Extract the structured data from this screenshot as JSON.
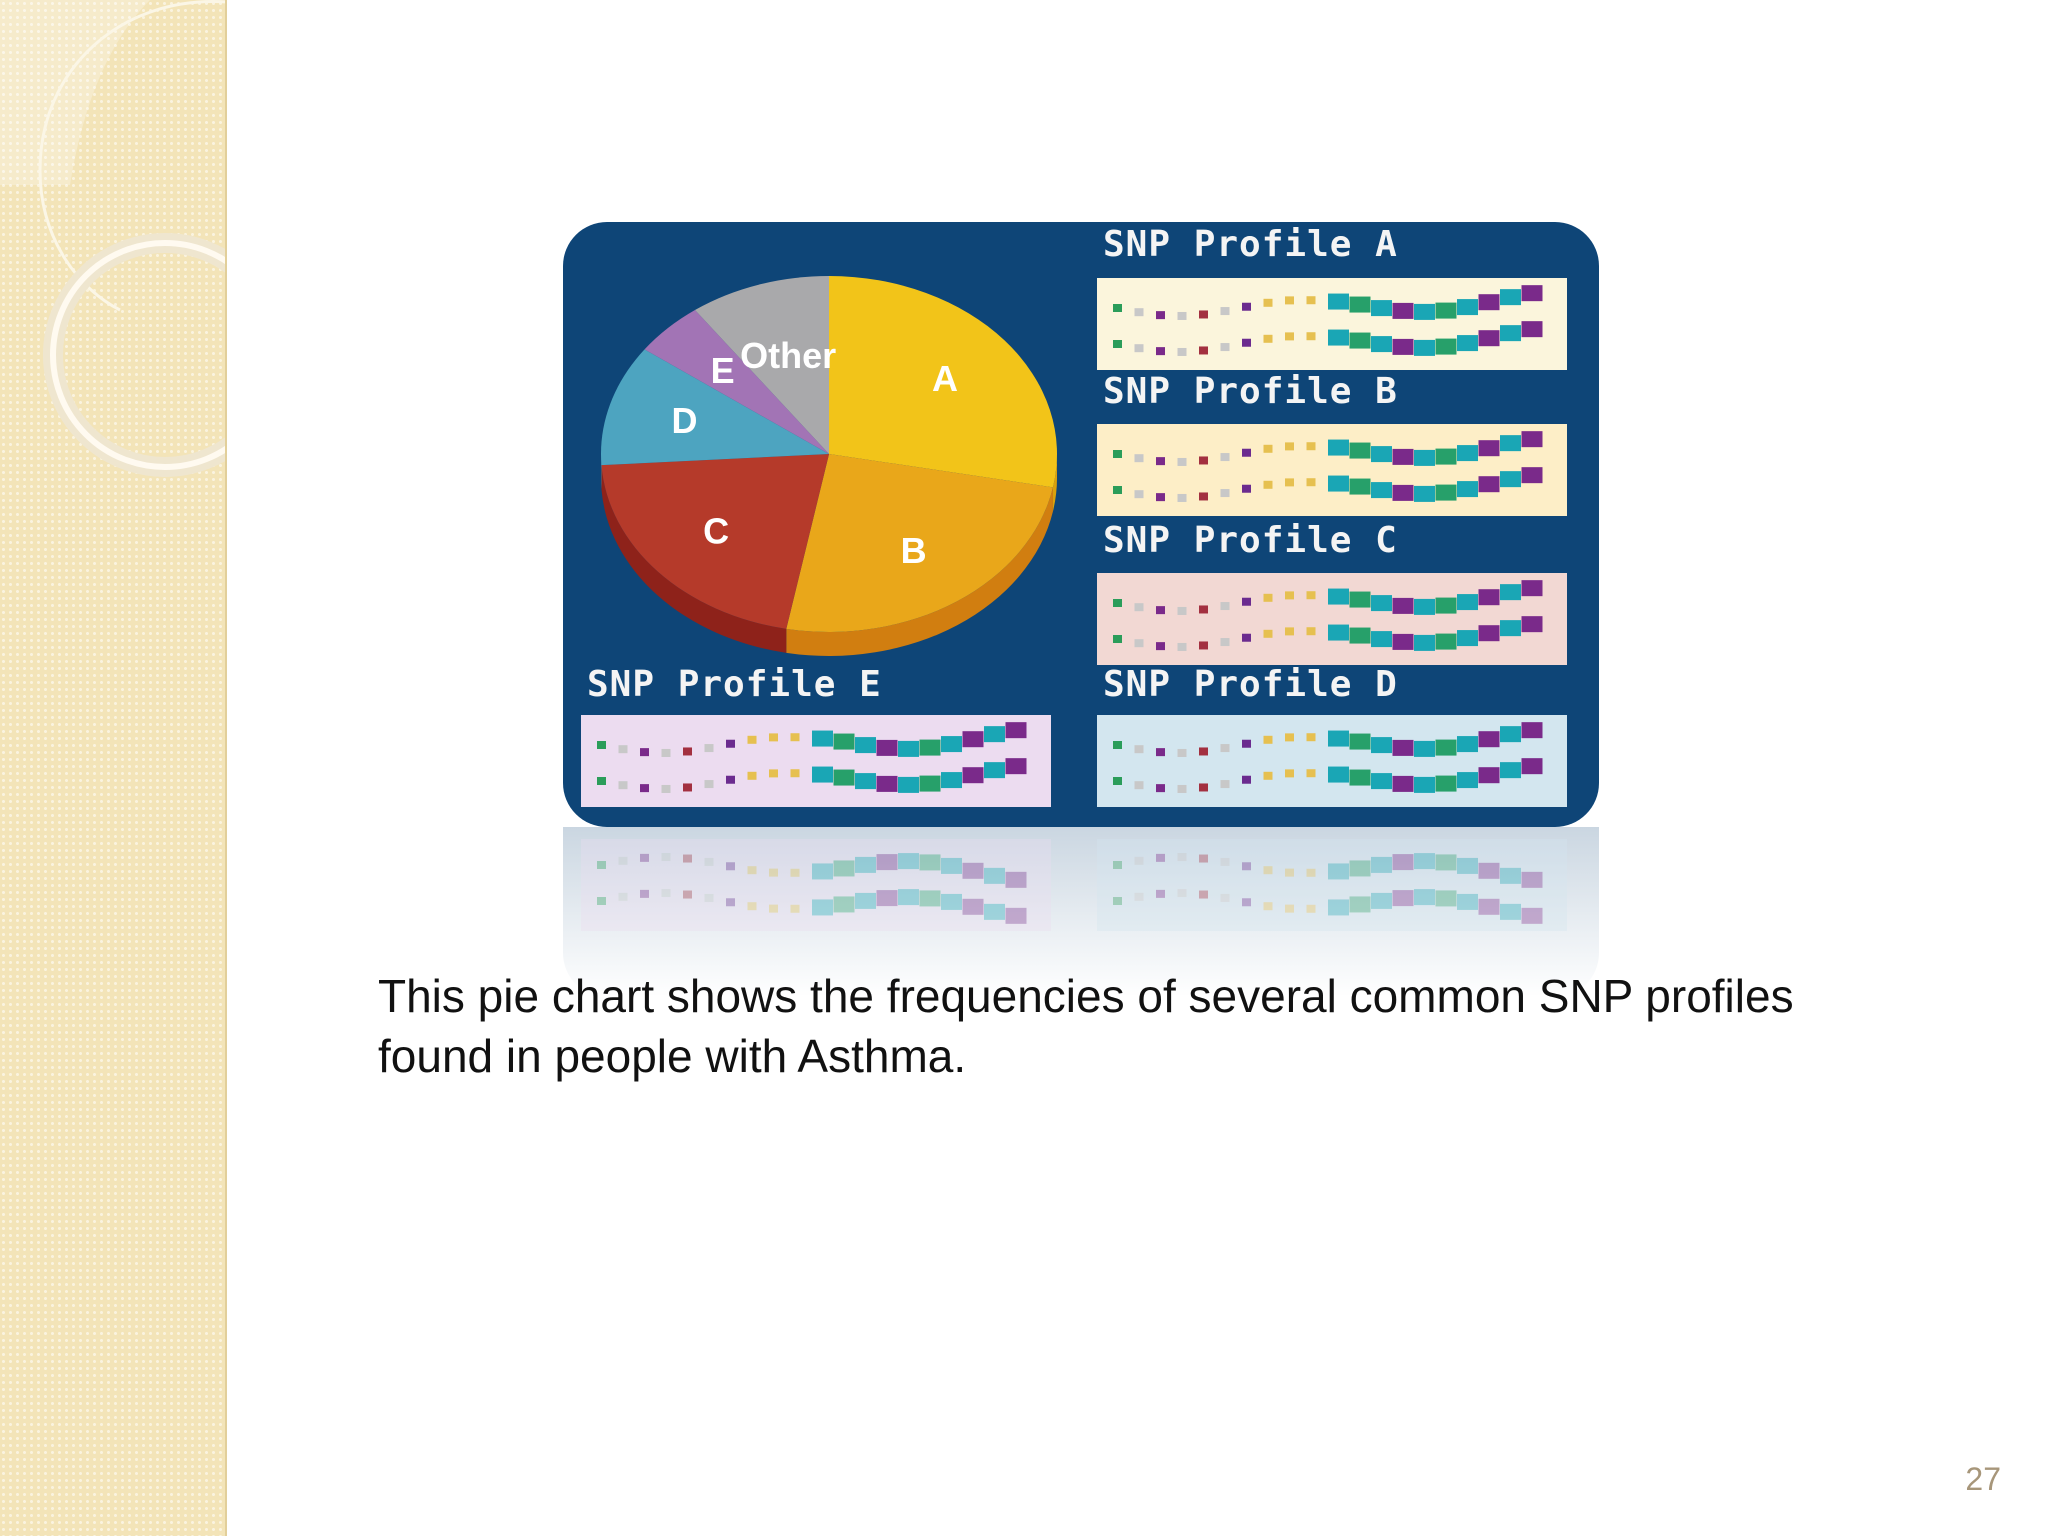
{
  "slide": {
    "caption": "This pie chart shows the frequencies of several common SNP profiles found in people with Asthma.",
    "page_number": "27"
  },
  "colors": {
    "card_background": "#0e4577",
    "sidebar": "#f3e4b8"
  },
  "chart_data": {
    "type": "pie",
    "title": "",
    "slices": [
      {
        "label": "A",
        "value": 28,
        "color": "#f2c419",
        "side": "#d9a10c"
      },
      {
        "label": "B",
        "value": 25,
        "color": "#e9a71a",
        "side": "#d17e10"
      },
      {
        "label": "C",
        "value": 21,
        "color": "#b53a2a",
        "side": "#8e221a"
      },
      {
        "label": "D",
        "value": 11,
        "color": "#4da4c0",
        "side": "#2f7f99"
      },
      {
        "label": "E",
        "value": 5,
        "color": "#a274b5",
        "side": "#7c4f90"
      },
      {
        "label": "Other",
        "value": 10,
        "color": "#a9a9ab",
        "side": "#838386"
      }
    ],
    "profiles": [
      {
        "title": "SNP Profile A",
        "panel_color": "#fbf5dc"
      },
      {
        "title": "SNP Profile B",
        "panel_color": "#fdeec7"
      },
      {
        "title": "SNP Profile C",
        "panel_color": "#f2d8d3"
      },
      {
        "title": "SNP Profile D",
        "panel_color": "#d3e6ef"
      },
      {
        "title": "SNP Profile E",
        "panel_color": "#ecdcf0"
      }
    ]
  }
}
